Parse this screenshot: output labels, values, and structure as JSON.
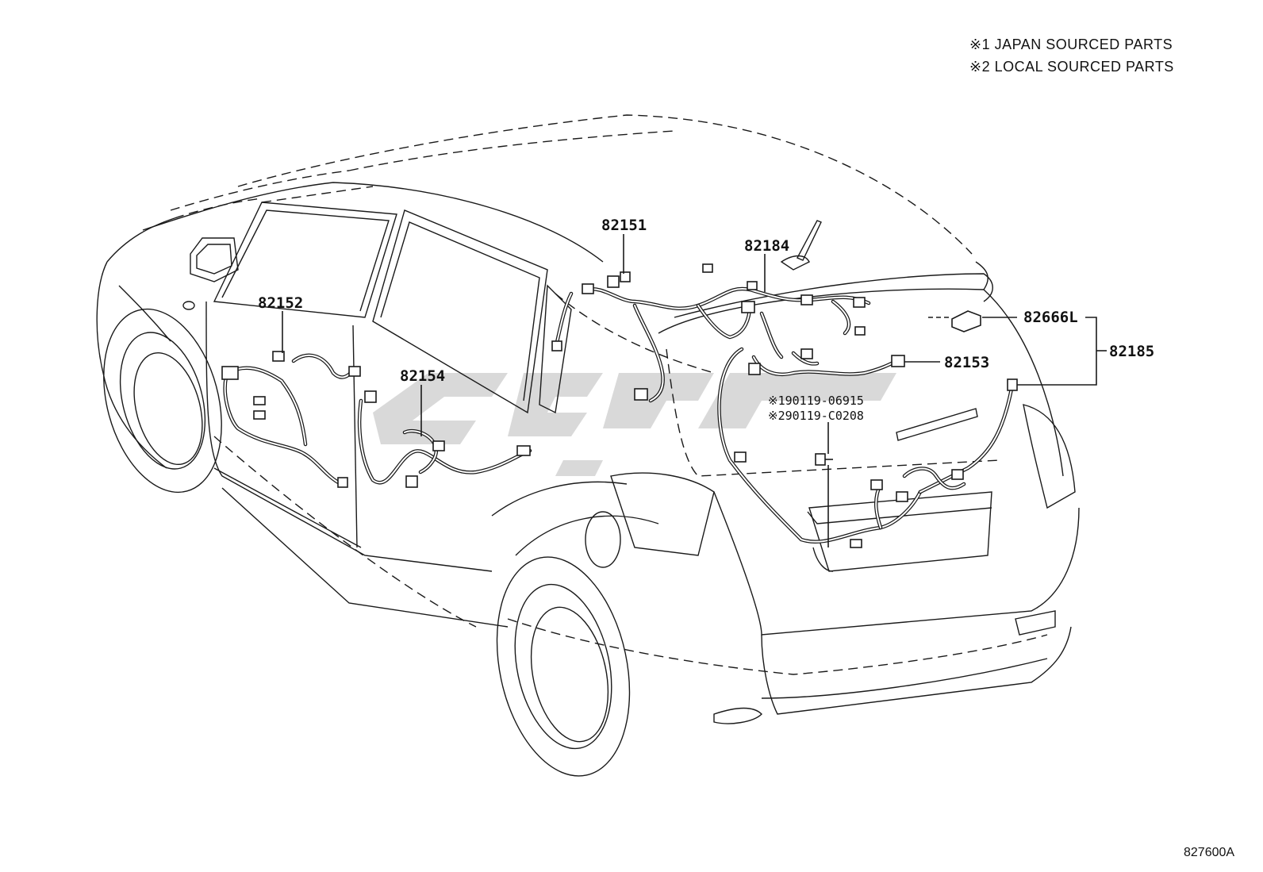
{
  "legend": {
    "line1": "※1 JAPAN SOURCED PARTS",
    "line2": "※2 LOCAL SOURCED PARTS"
  },
  "callouts": {
    "p82151": "82151",
    "p82184": "82184",
    "p82152": "82152",
    "p82154": "82154",
    "p82153": "82153",
    "p82666L": "82666L",
    "p82185": "82185"
  },
  "notes": {
    "japan_part": "※190119-06915",
    "local_part": "※290119-C0208"
  },
  "figure_code": "827600A",
  "colors": {
    "line": "#1a1a1a",
    "watermark": "#b9b9b9"
  }
}
